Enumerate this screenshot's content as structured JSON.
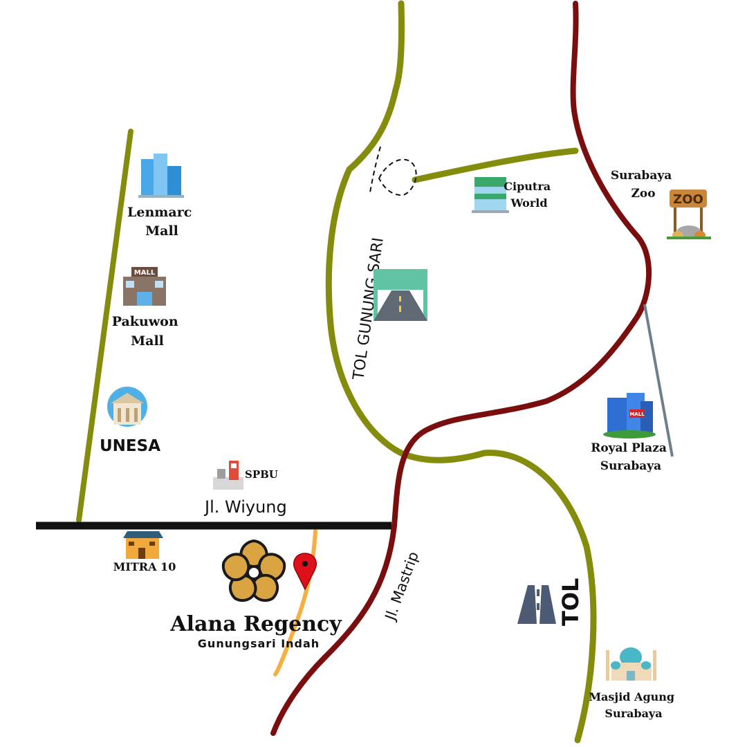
{
  "map": {
    "roads": {
      "tol_gunung_sari": "TOL GUNUNG SARI",
      "jl_wiyung": "Jl. Wiyung",
      "jl_mastrip": "Jl. Mastrip",
      "tol": "TOL"
    },
    "landmarks": {
      "lenmarc": [
        "Lenmarc",
        "Mall"
      ],
      "pakuwon": [
        "Pakuwon",
        "Mall"
      ],
      "pakuwon_sign": "MALL",
      "unesa": "UNESA",
      "spbu": "SPBU",
      "mitra10": "MITRA 10",
      "ciputra": [
        "Ciputra",
        "World"
      ],
      "surabaya_zoo": [
        "Surabaya",
        "Zoo"
      ],
      "zoo_sign": "ZOO",
      "royal_plaza": [
        "Royal Plaza",
        "Surabaya"
      ],
      "royal_sign": "MALL",
      "masjid": [
        "Masjid Agung",
        "Surabaya"
      ]
    },
    "brand": {
      "name": "Alana Regency",
      "subtitle": "Gunungsari Indah"
    },
    "colors": {
      "toll_road": "#848c0c",
      "main_road": "#7a0e0e",
      "street": "#111111",
      "access_road": "#f5b041",
      "pin": "#e0101a",
      "side_road": "#6e7f8c"
    }
  }
}
